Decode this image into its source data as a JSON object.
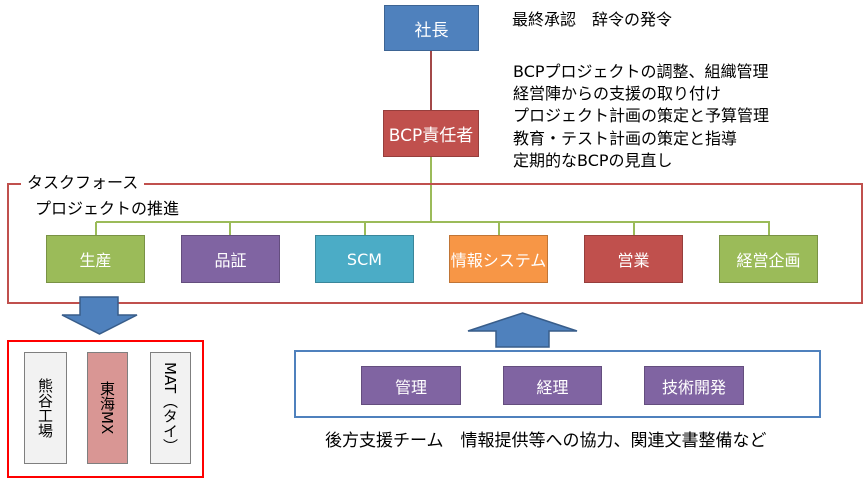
{
  "president": {
    "label": "社長",
    "role": "最終承認　辞令の発令",
    "color": "#4f81bd"
  },
  "bcp_manager": {
    "label": "BCP責任者",
    "color": "#c0504d",
    "duties": [
      "BCPプロジェクトの調整、組織管理",
      "経営陣からの支援の取り付け",
      "プロジェクト計画の策定と予算管理",
      "教育・テスト計画の策定と指導",
      "定期的なBCPの見直し"
    ]
  },
  "task_force": {
    "title": "タスクフォース",
    "subtitle": "プロジェクトの推進",
    "border_color": "#c0504d",
    "departments": [
      {
        "label": "生産",
        "color": "#9bbb59"
      },
      {
        "label": "品証",
        "color": "#8064a2"
      },
      {
        "label": "SCM",
        "color": "#4bacc6"
      },
      {
        "label": "情報システム",
        "color": "#f79646"
      },
      {
        "label": "営業",
        "color": "#c0504d"
      },
      {
        "label": "経営企画",
        "color": "#9bbb59"
      }
    ]
  },
  "sites": {
    "border_color": "#ff0000",
    "items": [
      {
        "label": "熊谷工場",
        "color": "#f2f2f2"
      },
      {
        "label": "東海MX",
        "color": "#d99694"
      },
      {
        "label": "MAT（タイ）",
        "color": "#f2f2f2"
      }
    ]
  },
  "support_team": {
    "border_color": "#4f81bd",
    "units": [
      {
        "label": "管理",
        "color": "#8064a2"
      },
      {
        "label": "経理",
        "color": "#8064a2"
      },
      {
        "label": "技術開発",
        "color": "#8064a2"
      }
    ],
    "description": "後方支援チーム　情報提供等への協力、関連文書整備など"
  },
  "arrows": {
    "to_sites_color": "#4f81bd",
    "from_support_color": "#4f81bd"
  }
}
